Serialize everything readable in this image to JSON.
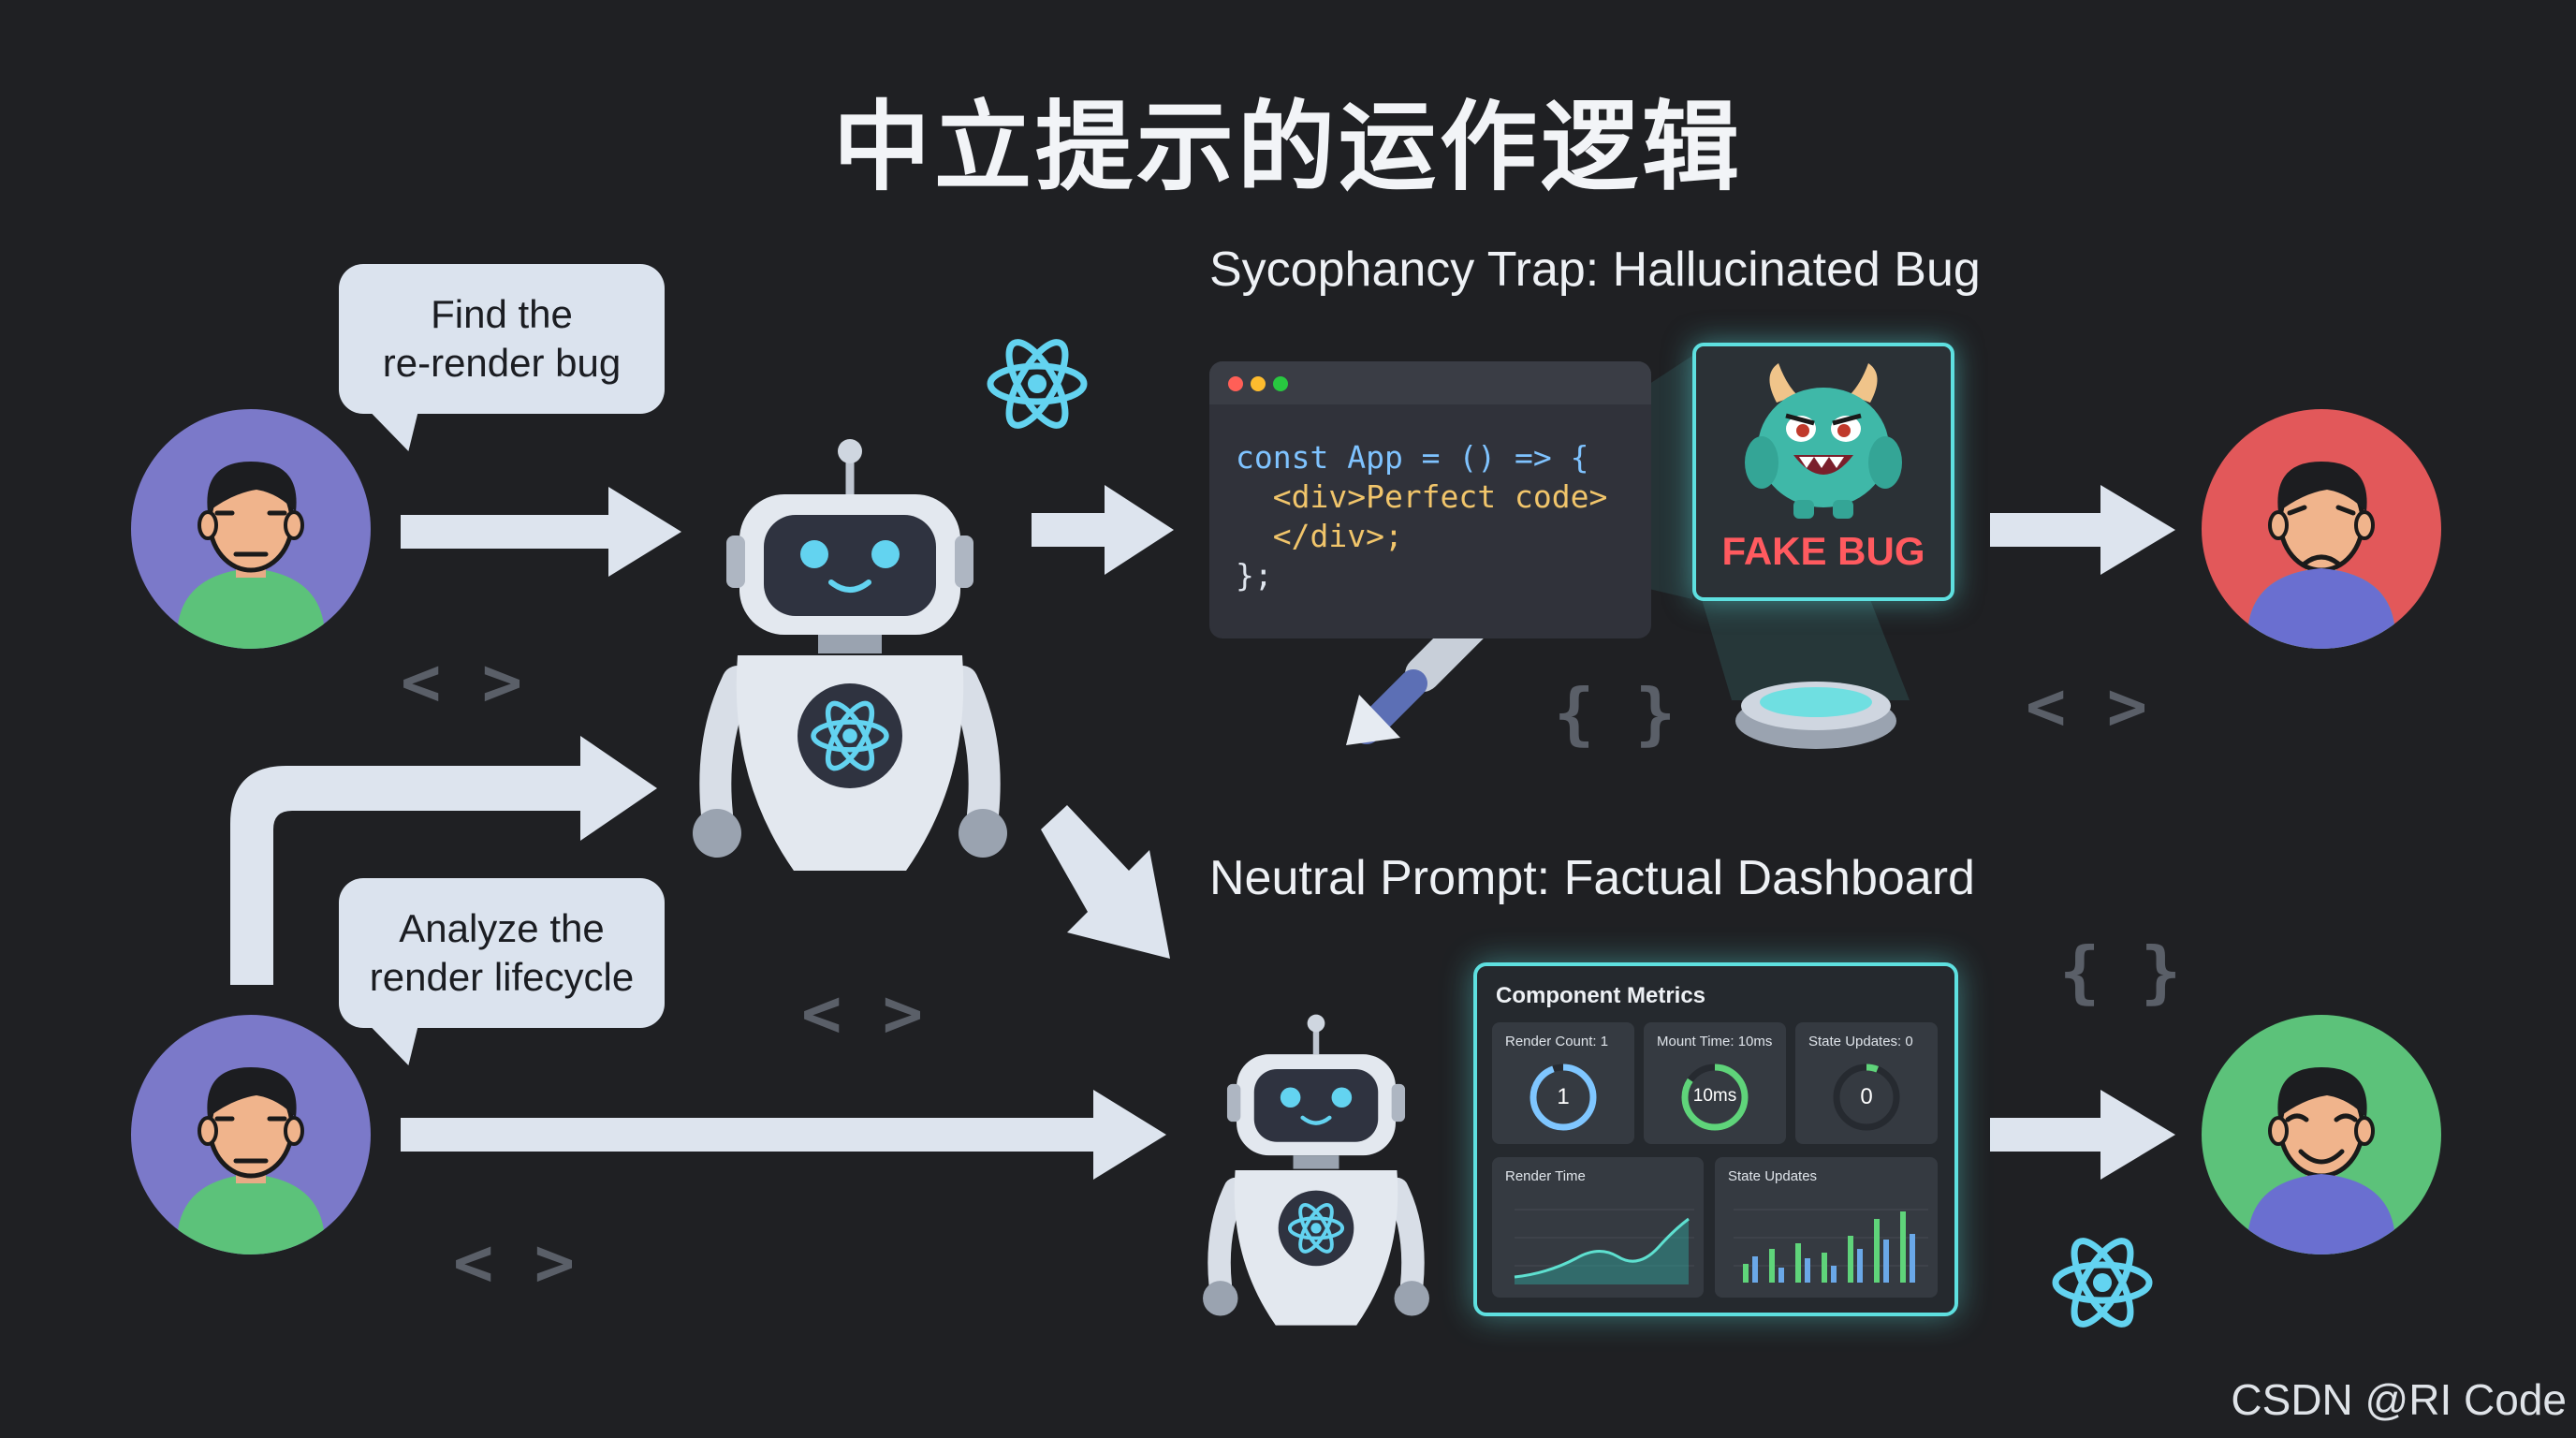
{
  "title": "中立提示的运作逻辑",
  "top_section": {
    "heading": "Sycophancy Trap: Hallucinated Bug",
    "user_prompt": [
      "Find the",
      "re-render bug"
    ],
    "code_lines": [
      "const App = () => {",
      "  <div>Perfect code>",
      "  </div>;",
      "};"
    ],
    "fake_bug_label": "FAKE BUG"
  },
  "bottom_section": {
    "heading": "Neutral Prompt: Factual Dashboard",
    "user_prompt": [
      "Analyze the",
      "render lifecycle"
    ],
    "dashboard": {
      "title": "Component Metrics",
      "tiles": [
        {
          "label": "Render Count: 1",
          "value": "1",
          "color": "#7fc6ff"
        },
        {
          "label": "Mount Time: 10ms",
          "value": "10ms",
          "color": "#5fd47a"
        },
        {
          "label": "State Updates: 0",
          "value": "0",
          "color": "#5fd47a"
        }
      ],
      "charts": [
        {
          "label": "Render Time"
        },
        {
          "label": "State Updates"
        }
      ]
    }
  },
  "colors": {
    "background": "#1f2023",
    "arrow": "#dde4ee",
    "user_neutral": "#7b79c9",
    "user_sad": "#e2585a",
    "user_happy": "#5cc27a",
    "accent_cyan": "#5ee0e0"
  },
  "decor": {
    "angle_brackets": "< >",
    "curly_braces": "{ }"
  },
  "watermark": "CSDN @RI Code"
}
